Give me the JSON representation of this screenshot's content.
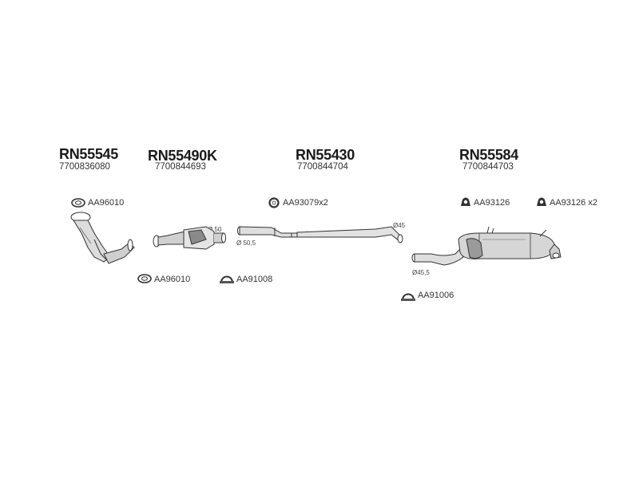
{
  "parts": {
    "front_pipe": {
      "code": "RN55545",
      "oem": "7700836080"
    },
    "catalyst": {
      "code": "RN55490K",
      "oem": "7700844693"
    },
    "middle_pipe": {
      "code": "RN55430",
      "oem": "7700844704"
    },
    "rear_silencer": {
      "code": "RN55584",
      "oem": "7700844703"
    }
  },
  "accessories": {
    "gasket_front": {
      "label": "AA96010",
      "icon": "gasket-ring-icon"
    },
    "gasket_lower": {
      "label": "AA96010",
      "icon": "gasket-ring-icon"
    },
    "clamp_91008": {
      "label": "AA91008",
      "icon": "pipe-clamp-icon"
    },
    "seal_93079": {
      "label": "AA93079x2",
      "icon": "seal-ring-icon"
    },
    "clamp_91006": {
      "label": "AA91006",
      "icon": "pipe-clamp-icon"
    },
    "hanger_1": {
      "label": "AA93126",
      "icon": "rubber-hanger-icon"
    },
    "hanger_2": {
      "label": "AA93126 x2",
      "icon": "rubber-hanger-icon"
    }
  },
  "dimensions": {
    "cat_outlet": "Ø 50",
    "mid_inlet": "Ø 50,5",
    "mid_outlet": "Ø45",
    "rear_inlet": "Ø45,5"
  },
  "colors": {
    "line": "#333333",
    "fill": "#d9d9d9",
    "shade": "#9a9a9a"
  }
}
